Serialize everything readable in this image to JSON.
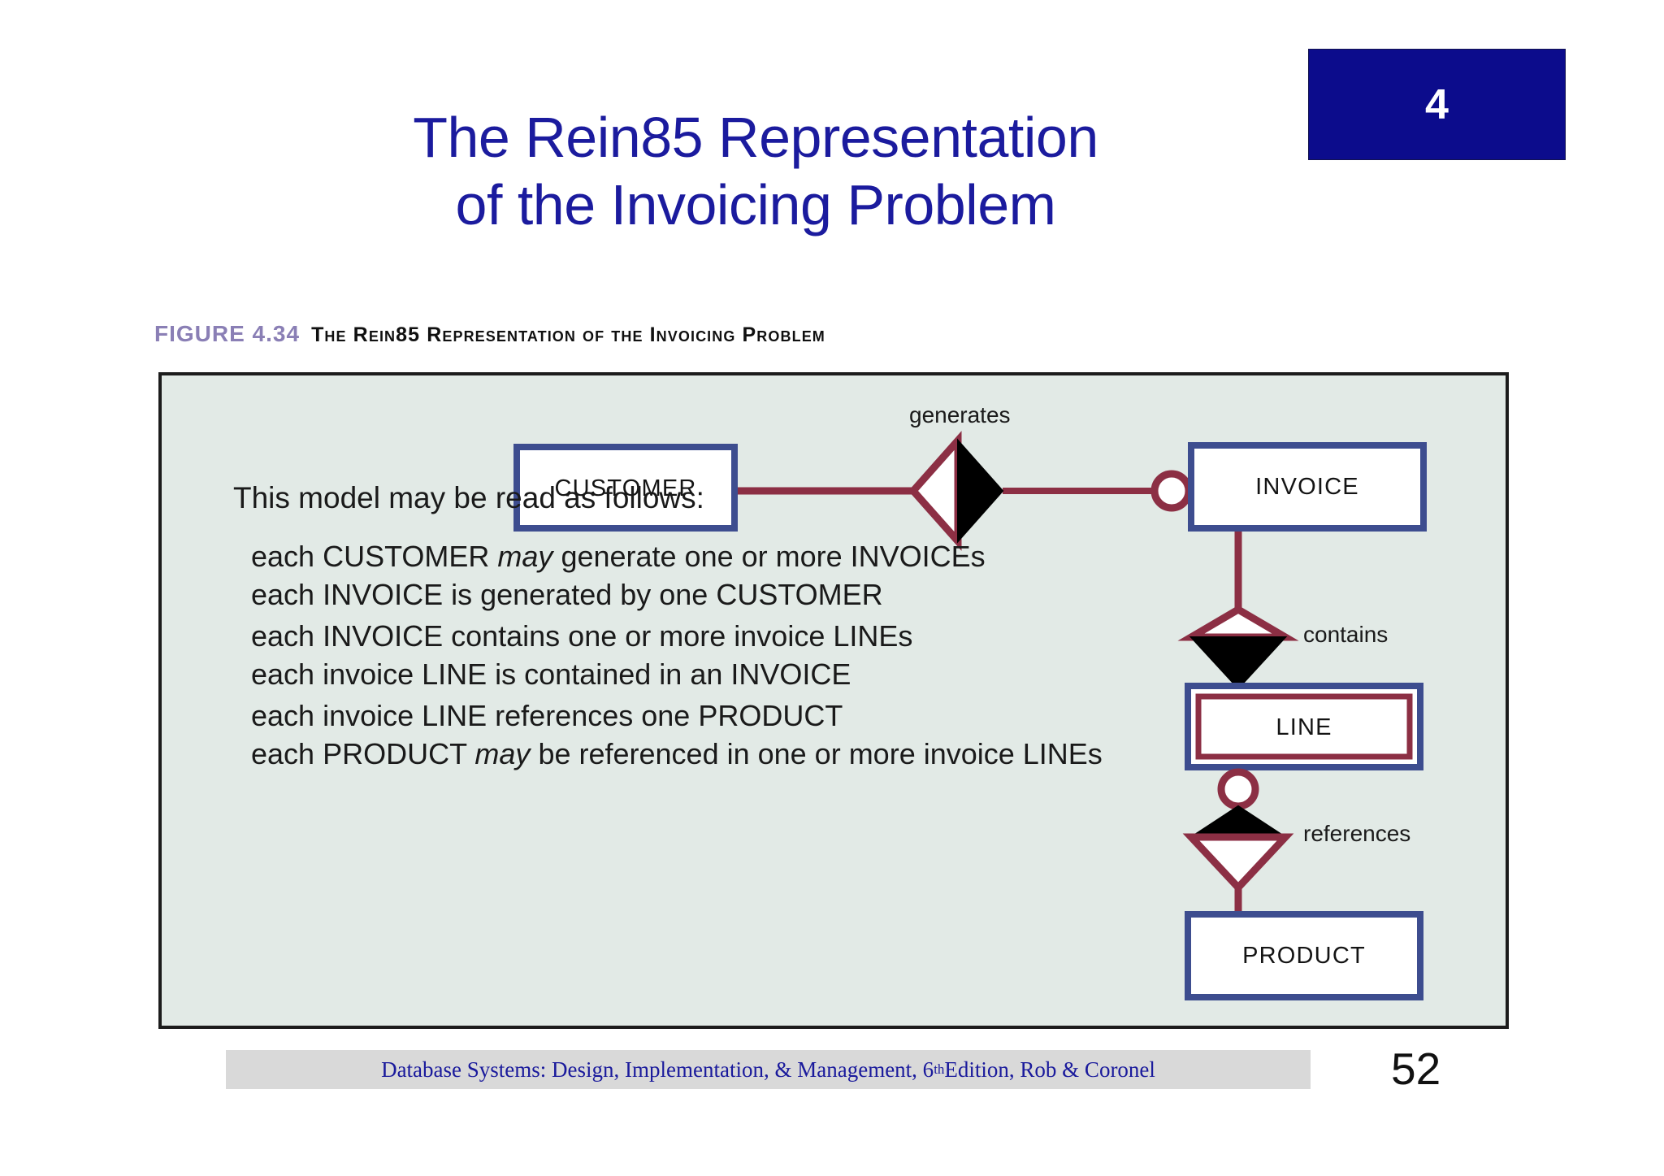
{
  "slide": {
    "badge_number": "4",
    "title_line1": "The Rein85 Representation",
    "title_line2": "of the Invoicing Problem",
    "title_color": "#1b1b9e",
    "badge_bg": "#0c0c8c",
    "badge_fg": "#ffffff",
    "page_number": "52"
  },
  "figure": {
    "caption_number": "FIGURE 4.34",
    "caption_title": "The Rein85 Representation of the Invoicing Problem",
    "caption_number_color": "#8a7fb5",
    "background": "#e2eae6",
    "border_color": "#1c1c1c",
    "entity_border_color": "#3d4d8f",
    "relationship_line_color": "#8c2f44",
    "relationship_fill_black": "#000000",
    "entity_fill": "#ffffff"
  },
  "prose": {
    "intro": "This model may be read as follows:",
    "blocks": [
      {
        "line1_pre": "each CUSTOMER ",
        "line1_em": "may",
        "line1_post": " generate one or more INVOICEs",
        "line2": "each INVOICE is generated by one CUSTOMER"
      },
      {
        "line1_pre": "each INVOICE contains one or more invoice LINEs",
        "line1_em": "",
        "line1_post": "",
        "line2": "each invoice LINE is contained in an INVOICE"
      },
      {
        "line1_pre": "each invoice LINE references one PRODUCT",
        "line1_em": "",
        "line1_post": "",
        "line2_pre": "each PRODUCT ",
        "line2_em": "may",
        "line2_post": " be referenced in one or more invoice LINEs"
      }
    ]
  },
  "erd": {
    "entities": [
      {
        "id": "customer",
        "label": "CUSTOMER",
        "weak": false
      },
      {
        "id": "invoice",
        "label": "INVOICE",
        "weak": false
      },
      {
        "id": "line",
        "label": "LINE",
        "weak": true
      },
      {
        "id": "product",
        "label": "PRODUCT",
        "weak": false
      }
    ],
    "relationships": [
      {
        "id": "generates",
        "label": "generates",
        "from": "customer",
        "to": "invoice"
      },
      {
        "id": "contains",
        "label": "contains",
        "from": "invoice",
        "to": "line"
      },
      {
        "id": "references",
        "label": "references",
        "from": "line",
        "to": "product"
      }
    ]
  },
  "footer": {
    "text_pre": "Database Systems: Design, Implementation, & Management, 6",
    "text_sup": "th",
    "text_post": " Edition, Rob & Coronel",
    "bar_color": "#d9d9d9",
    "text_color": "#1a1a9c"
  }
}
